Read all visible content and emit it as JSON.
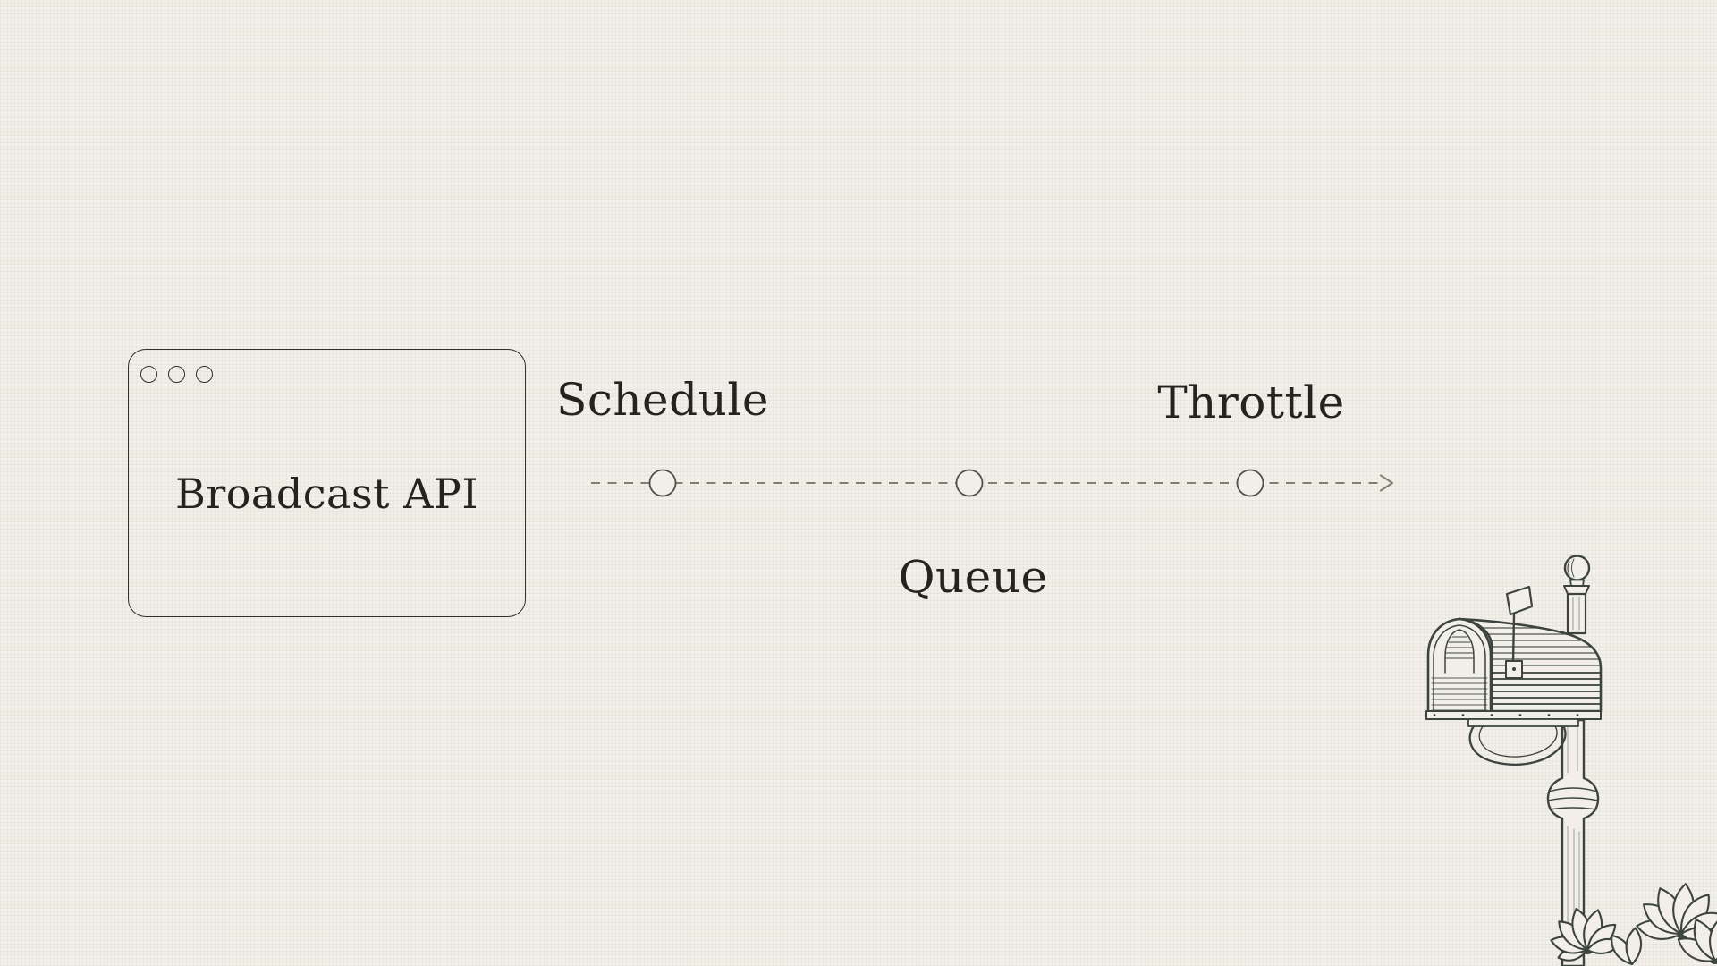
{
  "page": {
    "background_color": "#f1efe8",
    "ink_color": "#23241f",
    "texture": "paper-weave"
  },
  "card": {
    "title": "Broadcast API",
    "style": "browser-window-outline",
    "window_dot_count": 3
  },
  "timeline": {
    "direction": "left-to-right",
    "line_style": "dashed",
    "dash_color": "#817e75",
    "node_stroke_color": "#504e48",
    "arrow_icon": "arrow-right",
    "steps": [
      {
        "label": "Schedule",
        "label_position": "above"
      },
      {
        "label": "Queue",
        "label_position": "below"
      },
      {
        "label": "Throttle",
        "label_position": "above"
      }
    ]
  },
  "illustration": {
    "icon": "vintage-mailbox-icon",
    "ink_color": "#3d443f"
  }
}
